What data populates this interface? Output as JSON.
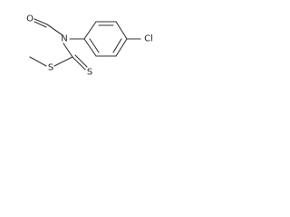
{
  "structure": {
    "atoms": {
      "oxygen": "O",
      "nitrogen": "N",
      "chlorine": "Cl",
      "sulfur_thioether": "S",
      "sulfur_thione": "S"
    },
    "colors": {
      "bond": "#333333",
      "label": "#222222",
      "background": "#ffffff"
    }
  }
}
